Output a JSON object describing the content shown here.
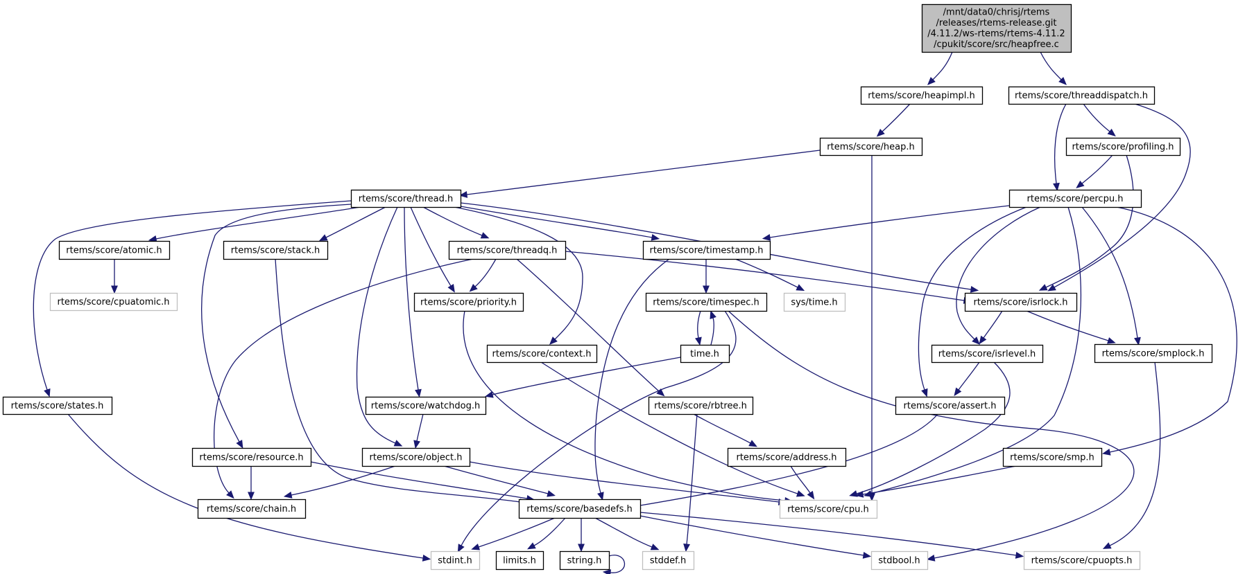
{
  "title": "Include dependency graph for heapfree.c",
  "colors": {
    "edge": "#191970",
    "node_border": "#000000",
    "node_fill": "#ffffff",
    "root_fill": "#bfbfbf",
    "root_border": "#000000",
    "external_border": "#bfbfbf"
  },
  "nodes": [
    {
      "id": "root",
      "label_lines": [
        "/mnt/data0/chrisj/rtems",
        "/releases/rtems-release.git",
        "/4.11.2/ws-rtems/rtems-4.11.2",
        "/cpukit/score/src/heapfree.c"
      ],
      "kind": "root"
    },
    {
      "id": "heapimpl",
      "label": "rtems/score/heapimpl.h",
      "kind": "normal"
    },
    {
      "id": "threaddispatch",
      "label": "rtems/score/threaddispatch.h",
      "kind": "normal"
    },
    {
      "id": "heap",
      "label": "rtems/score/heap.h",
      "kind": "normal"
    },
    {
      "id": "profiling",
      "label": "rtems/score/profiling.h",
      "kind": "normal"
    },
    {
      "id": "thread",
      "label": "rtems/score/thread.h",
      "kind": "normal"
    },
    {
      "id": "percpu",
      "label": "rtems/score/percpu.h",
      "kind": "normal"
    },
    {
      "id": "atomic",
      "label": "rtems/score/atomic.h",
      "kind": "normal"
    },
    {
      "id": "stack",
      "label": "rtems/score/stack.h",
      "kind": "normal"
    },
    {
      "id": "threadq",
      "label": "rtems/score/threadq.h",
      "kind": "normal"
    },
    {
      "id": "timestamp",
      "label": "rtems/score/timestamp.h",
      "kind": "normal"
    },
    {
      "id": "cpuatomic",
      "label": "rtems/score/cpuatomic.h",
      "kind": "external"
    },
    {
      "id": "priority",
      "label": "rtems/score/priority.h",
      "kind": "normal"
    },
    {
      "id": "timespec",
      "label": "rtems/score/timespec.h",
      "kind": "normal"
    },
    {
      "id": "systime",
      "label": "sys/time.h",
      "kind": "external"
    },
    {
      "id": "isrlock",
      "label": "rtems/score/isrlock.h",
      "kind": "normal"
    },
    {
      "id": "context",
      "label": "rtems/score/context.h",
      "kind": "normal"
    },
    {
      "id": "time",
      "label": "time.h",
      "kind": "normal"
    },
    {
      "id": "isrlevel",
      "label": "rtems/score/isrlevel.h",
      "kind": "normal"
    },
    {
      "id": "smplock",
      "label": "rtems/score/smplock.h",
      "kind": "normal"
    },
    {
      "id": "states",
      "label": "rtems/score/states.h",
      "kind": "normal"
    },
    {
      "id": "watchdog",
      "label": "rtems/score/watchdog.h",
      "kind": "normal"
    },
    {
      "id": "rbtree",
      "label": "rtems/score/rbtree.h",
      "kind": "normal"
    },
    {
      "id": "assert",
      "label": "rtems/score/assert.h",
      "kind": "normal"
    },
    {
      "id": "resource",
      "label": "rtems/score/resource.h",
      "kind": "normal"
    },
    {
      "id": "object",
      "label": "rtems/score/object.h",
      "kind": "normal"
    },
    {
      "id": "address",
      "label": "rtems/score/address.h",
      "kind": "normal"
    },
    {
      "id": "smp",
      "label": "rtems/score/smp.h",
      "kind": "normal"
    },
    {
      "id": "chain",
      "label": "rtems/score/chain.h",
      "kind": "normal"
    },
    {
      "id": "basedefs",
      "label": "rtems/score/basedefs.h",
      "kind": "normal"
    },
    {
      "id": "cpu",
      "label": "rtems/score/cpu.h",
      "kind": "external"
    },
    {
      "id": "stdint",
      "label": "stdint.h",
      "kind": "external"
    },
    {
      "id": "limits",
      "label": "limits.h",
      "kind": "normal"
    },
    {
      "id": "string",
      "label": "string.h",
      "kind": "normal"
    },
    {
      "id": "stddef",
      "label": "stddef.h",
      "kind": "external"
    },
    {
      "id": "stdbool",
      "label": "stdbool.h",
      "kind": "external"
    },
    {
      "id": "cpuopts",
      "label": "rtems/score/cpuopts.h",
      "kind": "external"
    }
  ],
  "edges": [
    {
      "from": "root",
      "to": "heapimpl"
    },
    {
      "from": "root",
      "to": "threaddispatch"
    },
    {
      "from": "heapimpl",
      "to": "heap"
    },
    {
      "from": "threaddispatch",
      "to": "percpu"
    },
    {
      "from": "threaddispatch",
      "to": "profiling"
    },
    {
      "from": "threaddispatch",
      "to": "isrlock"
    },
    {
      "from": "heap",
      "to": "thread"
    },
    {
      "from": "heap",
      "to": "cpu"
    },
    {
      "from": "profiling",
      "to": "percpu"
    },
    {
      "from": "profiling",
      "to": "isrlock"
    },
    {
      "from": "thread",
      "to": "states"
    },
    {
      "from": "thread",
      "to": "atomic"
    },
    {
      "from": "thread",
      "to": "resource"
    },
    {
      "from": "thread",
      "to": "stack"
    },
    {
      "from": "thread",
      "to": "object"
    },
    {
      "from": "thread",
      "to": "watchdog"
    },
    {
      "from": "thread",
      "to": "priority"
    },
    {
      "from": "thread",
      "to": "threadq"
    },
    {
      "from": "thread",
      "to": "context"
    },
    {
      "from": "thread",
      "to": "timestamp"
    },
    {
      "from": "thread",
      "to": "isrlock"
    },
    {
      "from": "percpu",
      "to": "timestamp"
    },
    {
      "from": "percpu",
      "to": "assert"
    },
    {
      "from": "percpu",
      "to": "isrlevel"
    },
    {
      "from": "percpu",
      "to": "cpu"
    },
    {
      "from": "percpu",
      "to": "smplock"
    },
    {
      "from": "percpu",
      "to": "smp"
    },
    {
      "from": "atomic",
      "to": "cpuatomic"
    },
    {
      "from": "stack",
      "to": "basedefs"
    },
    {
      "from": "threadq",
      "to": "chain"
    },
    {
      "from": "threadq",
      "to": "priority"
    },
    {
      "from": "threadq",
      "to": "rbtree"
    },
    {
      "from": "threadq",
      "to": "isrlock"
    },
    {
      "from": "timestamp",
      "to": "basedefs"
    },
    {
      "from": "timestamp",
      "to": "timespec"
    },
    {
      "from": "timestamp",
      "to": "systime"
    },
    {
      "from": "priority",
      "to": "cpu"
    },
    {
      "from": "timespec",
      "to": "time"
    },
    {
      "from": "timespec",
      "to": "stdint"
    },
    {
      "from": "timespec",
      "to": "stdbool"
    },
    {
      "from": "time",
      "to": "timespec"
    },
    {
      "from": "time",
      "to": "watchdog"
    },
    {
      "from": "isrlock",
      "to": "isrlevel"
    },
    {
      "from": "isrlock",
      "to": "smplock"
    },
    {
      "from": "context",
      "to": "cpu"
    },
    {
      "from": "isrlevel",
      "to": "assert"
    },
    {
      "from": "isrlevel",
      "to": "cpu"
    },
    {
      "from": "smplock",
      "to": "cpuopts"
    },
    {
      "from": "states",
      "to": "stdint"
    },
    {
      "from": "watchdog",
      "to": "object"
    },
    {
      "from": "rbtree",
      "to": "address"
    },
    {
      "from": "rbtree",
      "to": "stddef"
    },
    {
      "from": "assert",
      "to": "basedefs"
    },
    {
      "from": "resource",
      "to": "chain"
    },
    {
      "from": "resource",
      "to": "basedefs"
    },
    {
      "from": "object",
      "to": "chain"
    },
    {
      "from": "object",
      "to": "basedefs"
    },
    {
      "from": "object",
      "to": "cpu"
    },
    {
      "from": "address",
      "to": "cpu"
    },
    {
      "from": "smp",
      "to": "cpu"
    },
    {
      "from": "basedefs",
      "to": "stdint"
    },
    {
      "from": "basedefs",
      "to": "limits"
    },
    {
      "from": "basedefs",
      "to": "string"
    },
    {
      "from": "basedefs",
      "to": "stddef"
    },
    {
      "from": "basedefs",
      "to": "stdbool"
    },
    {
      "from": "basedefs",
      "to": "cpuopts"
    },
    {
      "from": "string",
      "to": "string"
    }
  ]
}
